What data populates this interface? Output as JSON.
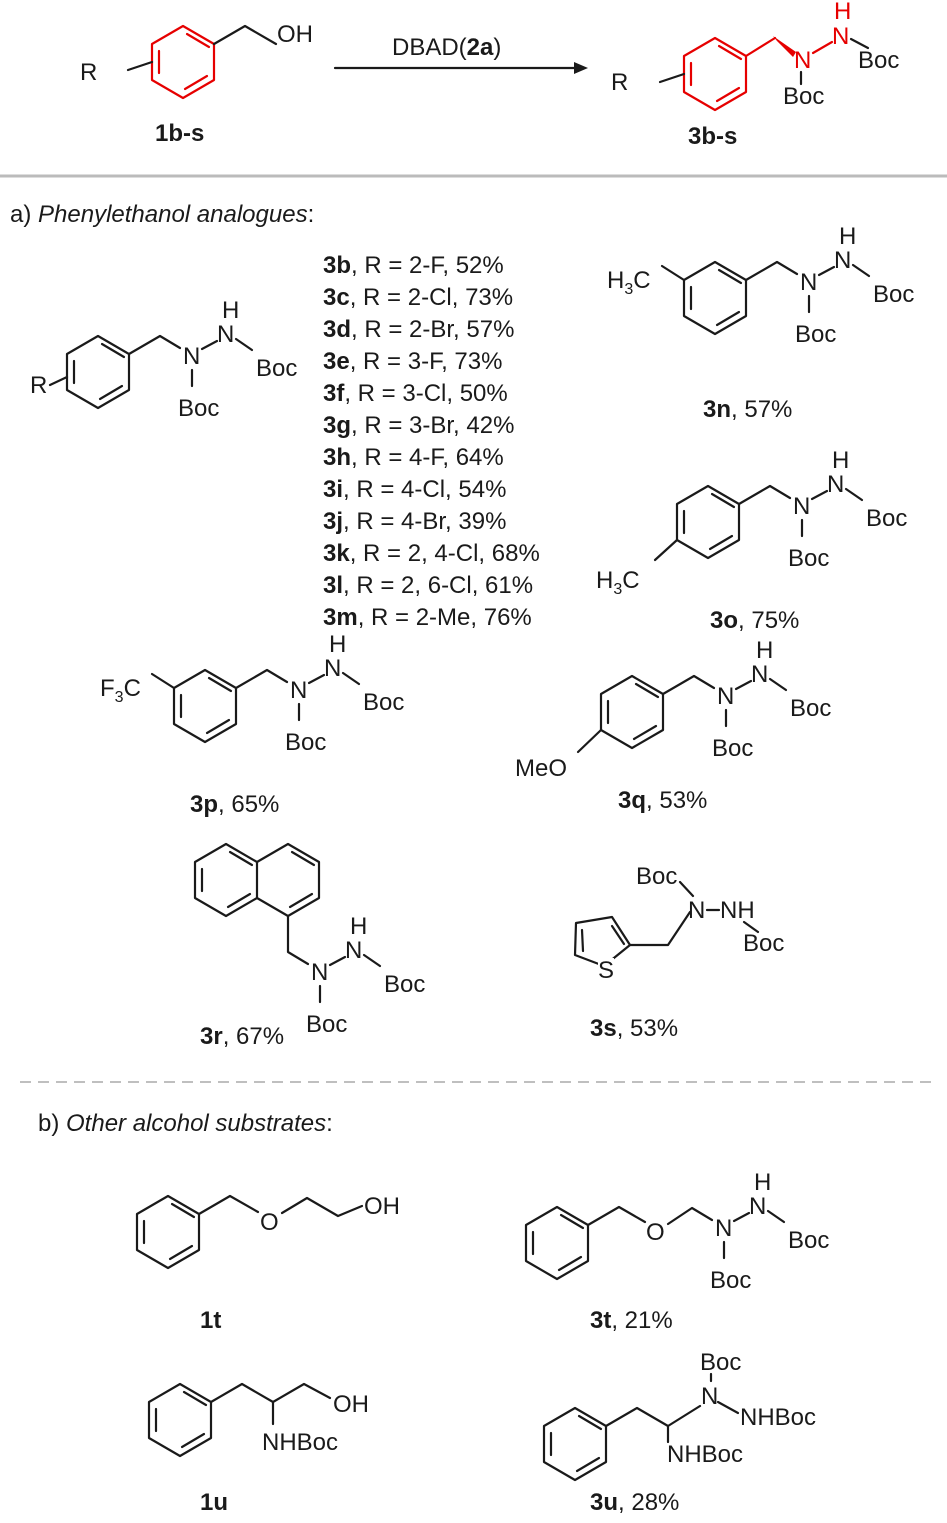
{
  "scheme": {
    "reactant": {
      "label": "1b-s",
      "r": "R",
      "oh": "OH"
    },
    "reagent": {
      "prefix": "DBAD(",
      "bold": "2a",
      "suffix": ")"
    },
    "product": {
      "label": "3b-s",
      "r": "R",
      "h": "H",
      "n": "N",
      "boc": "Boc"
    }
  },
  "section_a": {
    "letter": "a) ",
    "title": "Phenylethanol analogues",
    "colon": ":",
    "generic": {
      "r": "R",
      "h": "H",
      "n": "N",
      "boc": "Boc"
    },
    "entries": [
      {
        "id": "3b",
        "text": ", R = 2-F, 52%"
      },
      {
        "id": "3c",
        "text": ", R = 2-Cl, 73%"
      },
      {
        "id": "3d",
        "text": ", R = 2-Br, 57%"
      },
      {
        "id": "3e",
        "text": ", R = 3-F, 73%"
      },
      {
        "id": "3f",
        "text": ", R = 3-Cl, 50%"
      },
      {
        "id": "3g",
        "text": ", R = 3-Br, 42%"
      },
      {
        "id": "3h",
        "text": ", R = 4-F, 64%"
      },
      {
        "id": "3i",
        "text": ", R = 4-Cl, 54%"
      },
      {
        "id": "3j",
        "text": ", R = 4-Br, 39%"
      },
      {
        "id": "3k",
        "text": ", R = 2, 4-Cl, 68%"
      },
      {
        "id": "3l",
        "text": ", R = 2, 6-Cl, 61%"
      },
      {
        "id": "3m",
        "text": ", R = 2-Me, 76%"
      }
    ],
    "compounds": [
      {
        "id": "3n",
        "yield": ", 57%",
        "substituent": "H",
        "sub_num": "3",
        "sub_tail": "C"
      },
      {
        "id": "3o",
        "yield": ", 75%",
        "substituent": "H",
        "sub_num": "3",
        "sub_tail": "C"
      },
      {
        "id": "3p",
        "yield": ", 65%",
        "substituent": "F",
        "sub_num": "3",
        "sub_tail": "C"
      },
      {
        "id": "3q",
        "yield": ", 53%",
        "substituent": "MeO"
      },
      {
        "id": "3r",
        "yield": ", 67%"
      },
      {
        "id": "3s",
        "yield": ", 53%",
        "nh": "NH",
        "s": "S"
      }
    ]
  },
  "section_b": {
    "letter": "b) ",
    "title": "Other alcohol substrates",
    "colon": ":",
    "compounds": [
      {
        "id": "1t",
        "yield": "",
        "o": "O",
        "oh": "OH"
      },
      {
        "id": "3t",
        "yield": ", 21%",
        "o": "O"
      },
      {
        "id": "1u",
        "yield": "",
        "oh": "OH",
        "nhboc": "NHBoc"
      },
      {
        "id": "3u",
        "yield": ", 28%",
        "nhboc": "NHBoc"
      }
    ]
  },
  "colors": {
    "highlight": "#e60000",
    "ink": "#1a1a1a",
    "rule": "#bbbbbb"
  }
}
